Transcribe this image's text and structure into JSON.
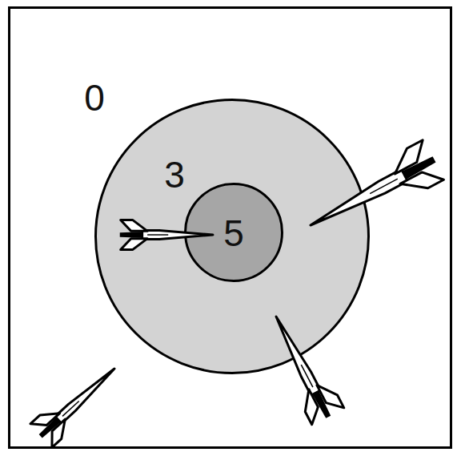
{
  "diagram": {
    "nodes": [
      {
        "text": [
          "0"
        ]
      },
      {
        "text": [
          "3"
        ],
        "in": 0
      },
      {
        "text": [
          "5"
        ],
        "in": 1
      }
    ]
  }
}
